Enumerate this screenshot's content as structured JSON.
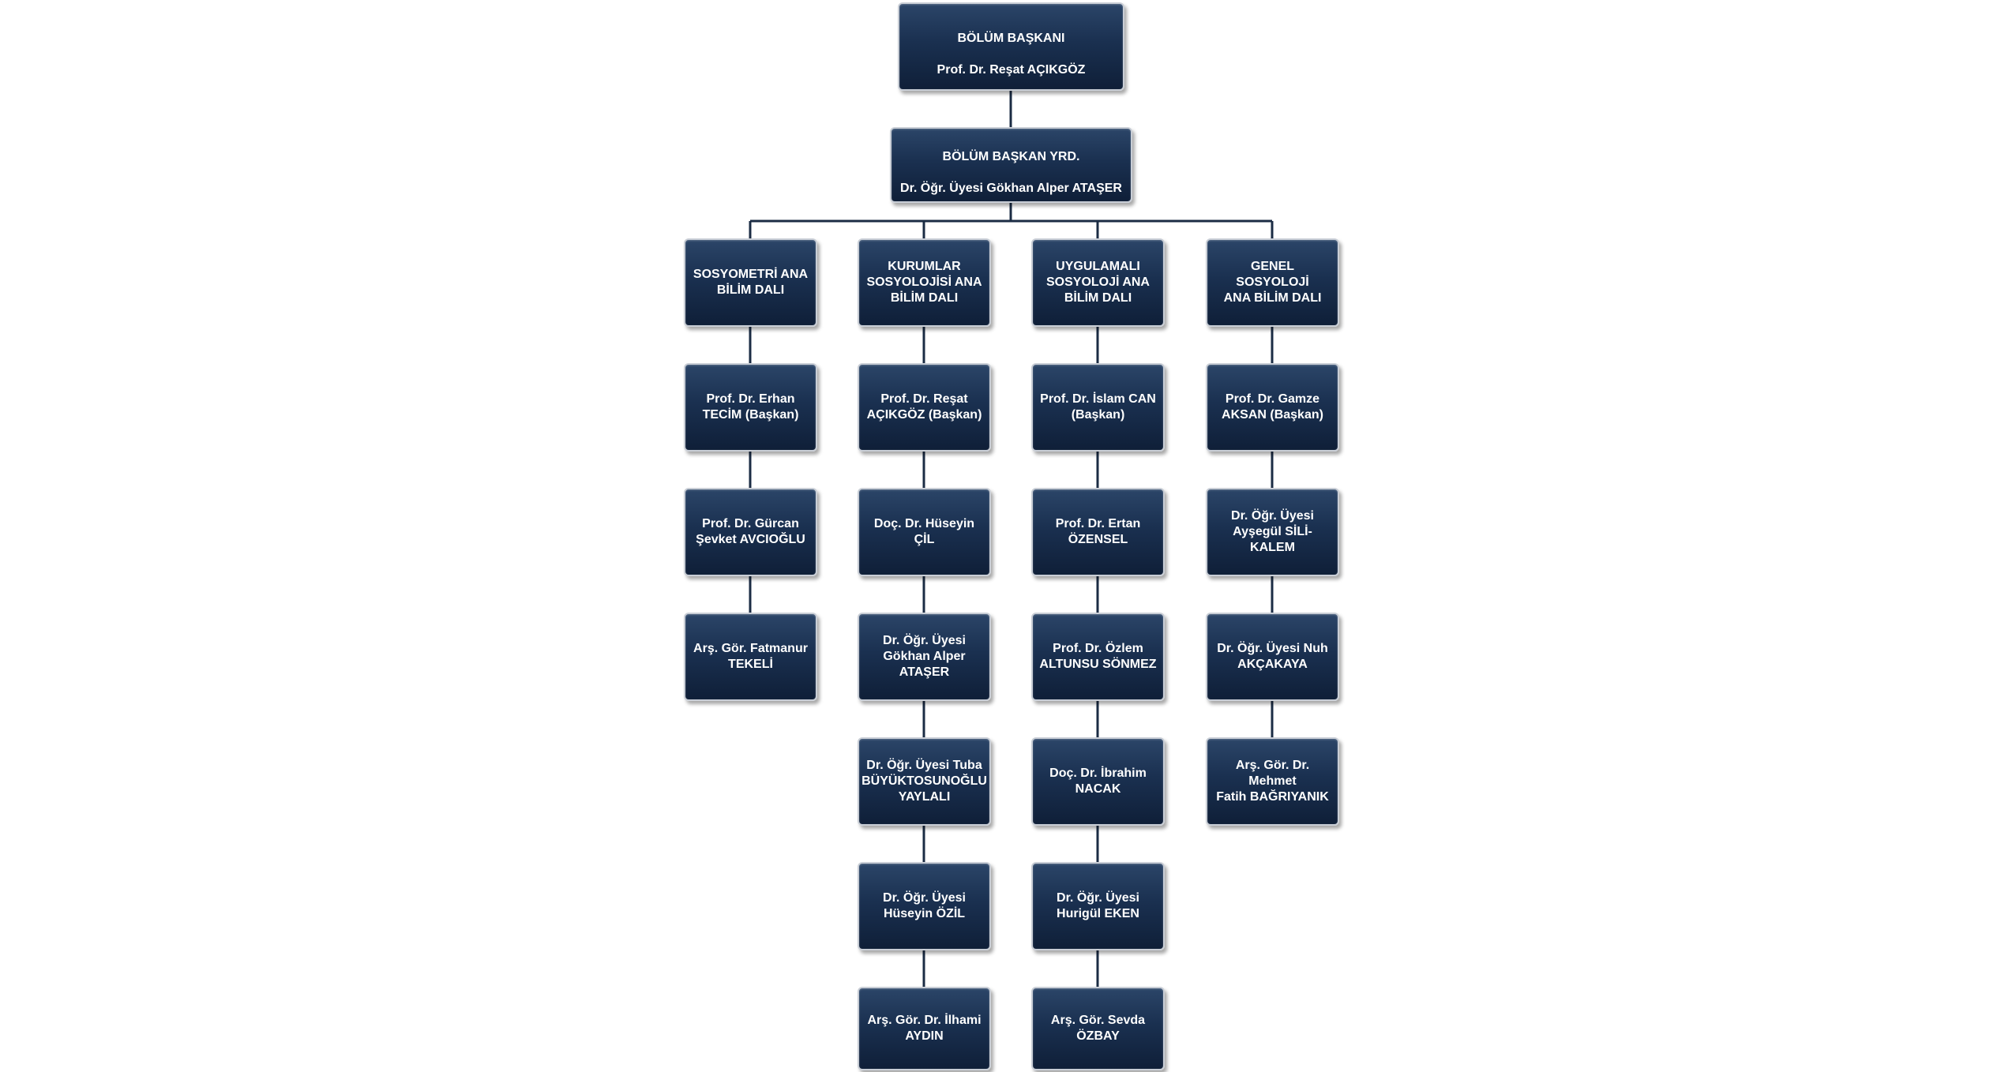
{
  "head": {
    "title": "BÖLÜM BAŞKANI",
    "name": "Prof. Dr. Reşat AÇIKGÖZ"
  },
  "deputy": {
    "title": "BÖLÜM BAŞKAN YRD.",
    "name": "Dr. Öğr. Üyesi Gökhan Alper ATAŞER"
  },
  "departments": [
    {
      "name": "SOSYOMETRİ ANA\nBİLİM DALI",
      "members": [
        "Prof. Dr. Erhan\nTECİM (Başkan)",
        "Prof. Dr. Gürcan\nŞevket AVCIOĞLU",
        "Arş. Gör. Fatmanur\nTEKELİ"
      ]
    },
    {
      "name": "KURUMLAR\nSOSYOLOJİSİ ANA\nBİLİM DALI",
      "members": [
        "Prof. Dr. Reşat\nAÇIKGÖZ (Başkan)",
        "Doç. Dr. Hüseyin  ÇİL",
        "Dr. Öğr. Üyesi\nGökhan Alper\nATAŞER",
        "Dr. Öğr. Üyesi Tuba\nBÜYÜKTOSUNOĞLU\nYAYLALI",
        "Dr. Öğr. Üyesi\nHüseyin ÖZİL",
        "Arş. Gör. Dr. İlhami\nAYDIN"
      ]
    },
    {
      "name": "UYGULAMALI\nSOSYOLOJİ ANA\nBİLİM DALI",
      "members": [
        "Prof. Dr. İslam CAN\n(Başkan)",
        "Prof. Dr. Ertan\nÖZENSEL",
        "Prof. Dr. Özlem\nALTUNSU SÖNMEZ",
        "Doç. Dr. İbrahim\nNACAK",
        "Dr. Öğr. Üyesi\nHurigül EKEN",
        "Arş. Gör. Sevda\nÖZBAY"
      ]
    },
    {
      "name": "GENEL SOSYOLOJİ\nANA BİLİM DALI",
      "members": [
        "Prof. Dr. Gamze\nAKSAN (Başkan)",
        "Dr. Öğr. Üyesi\nAyşegül SİLİ-KALEM",
        "Dr. Öğr. Üyesi Nuh\nAKÇAKAYA",
        "Arş. Gör. Dr. Mehmet\nFatih BAĞRIYANIK"
      ]
    }
  ]
}
